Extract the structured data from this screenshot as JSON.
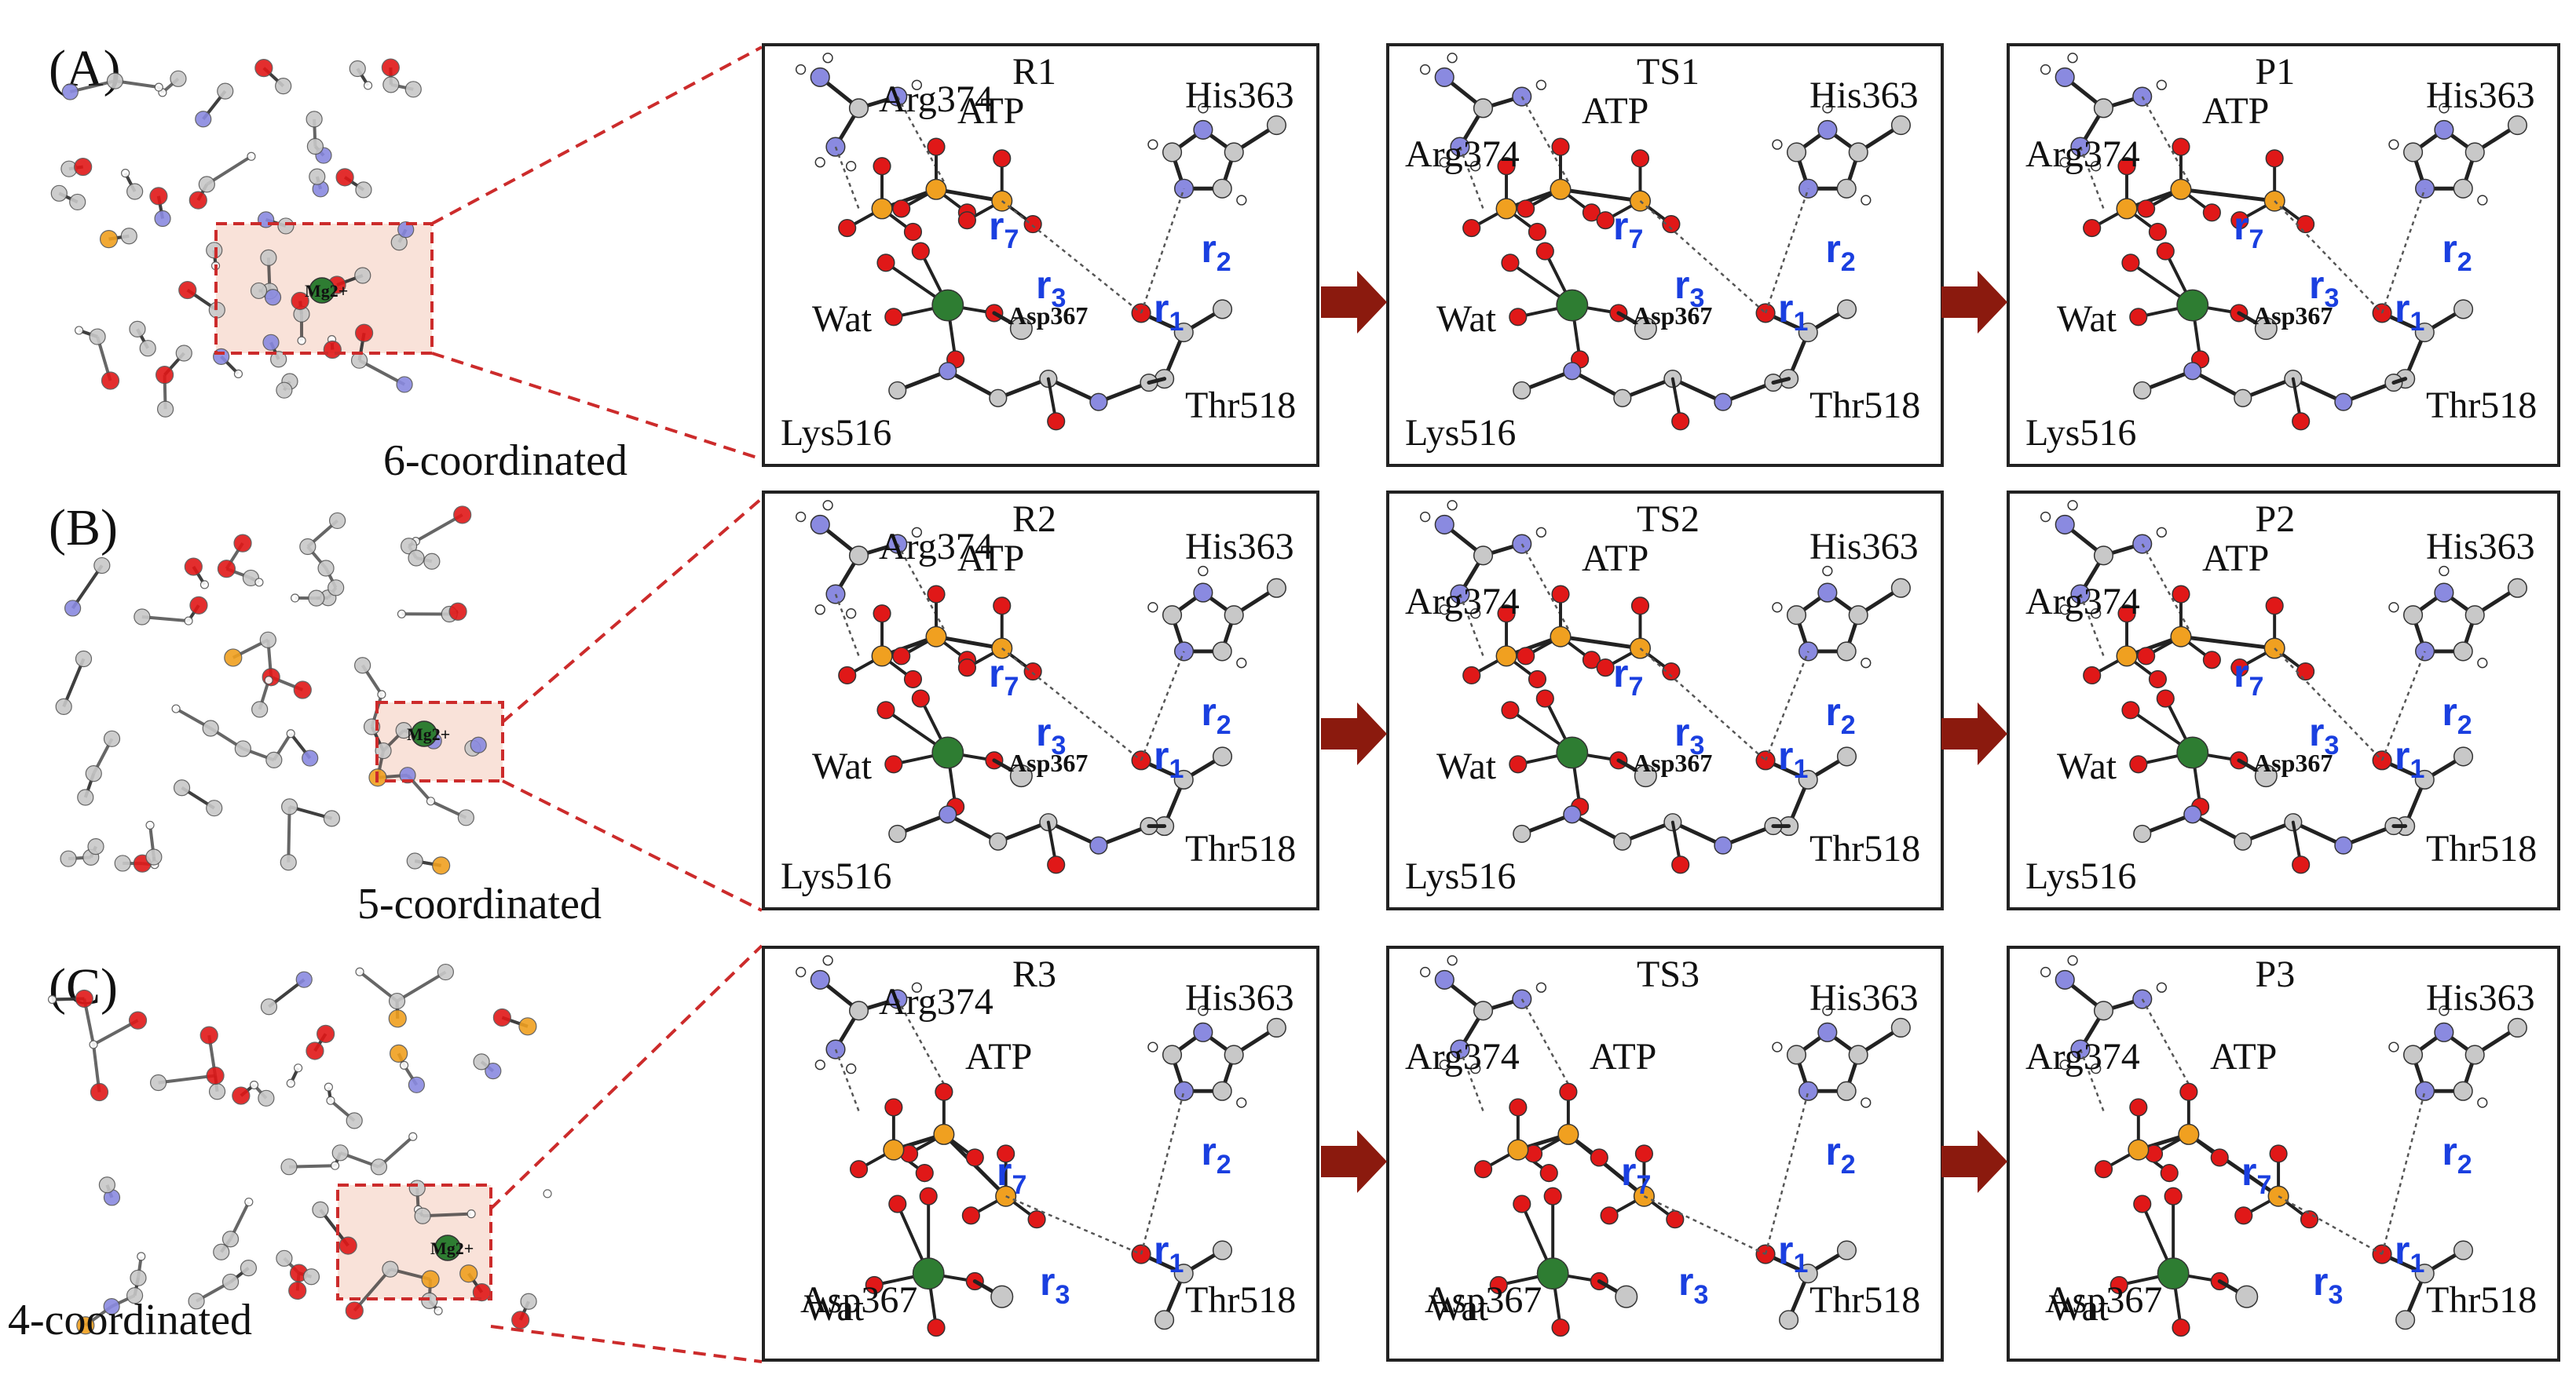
{
  "rows": [
    {
      "label": "(A)",
      "coordination": "6-coordinated",
      "metal": "Mg2+",
      "panels": [
        {
          "title": "R1",
          "labels": {
            "arg": "Arg374",
            "his": "His363",
            "atp": "ATP",
            "wat": "Wat",
            "asp": "Asp367",
            "thr": "Thr518",
            "lys": "Lys516"
          }
        },
        {
          "title": "TS1",
          "labels": {
            "arg": "Arg374",
            "his": "His363",
            "atp": "ATP",
            "wat": "Wat",
            "asp": "Asp367",
            "thr": "Thr518",
            "lys": "Lys516"
          }
        },
        {
          "title": "P1",
          "labels": {
            "arg": "Arg374",
            "his": "His363",
            "atp": "ATP",
            "wat": "Wat",
            "asp": "Asp367",
            "thr": "Thr518",
            "lys": "Lys516"
          }
        }
      ]
    },
    {
      "label": "(B)",
      "coordination": "5-coordinated",
      "metal": "Mg2+",
      "panels": [
        {
          "title": "R2",
          "labels": {
            "arg": "Arg374",
            "his": "His363",
            "atp": "ATP",
            "wat": "Wat",
            "asp": "Asp367",
            "thr": "Thr518",
            "lys": "Lys516"
          }
        },
        {
          "title": "TS2",
          "labels": {
            "arg": "Arg374",
            "his": "His363",
            "atp": "ATP",
            "wat": "Wat",
            "asp": "Asp367",
            "thr": "Thr518",
            "lys": "Lys516"
          }
        },
        {
          "title": "P2",
          "labels": {
            "arg": "Arg374",
            "his": "His363",
            "atp": "ATP",
            "wat": "Wat",
            "asp": "Asp367",
            "thr": "Thr518",
            "lys": "Lys516"
          }
        }
      ]
    },
    {
      "label": "(C)",
      "coordination": "4-coordinated",
      "metal": "Mg2+",
      "panels": [
        {
          "title": "R3",
          "labels": {
            "arg": "Arg374",
            "his": "His363",
            "atp": "ATP",
            "wat": "Wat",
            "asp": "Asp367",
            "thr": "Thr518"
          }
        },
        {
          "title": "TS3",
          "labels": {
            "arg": "Arg374",
            "his": "His363",
            "atp": "ATP",
            "wat": "Wat",
            "asp": "Asp367",
            "thr": "Thr518"
          }
        },
        {
          "title": "P3",
          "labels": {
            "arg": "Arg374",
            "his": "His363",
            "atp": "ATP",
            "wat": "Wat",
            "asp": "Asp367",
            "thr": "Thr518"
          }
        }
      ]
    }
  ],
  "distance_labels": {
    "r1": "r",
    "r1_sub": "1",
    "r2": "r",
    "r2_sub": "2",
    "r3": "r",
    "r3_sub": "3",
    "r7": "r",
    "r7_sub": "7"
  },
  "colors": {
    "arrow": "#8b1a0e",
    "zoom_box": "#cc2b2b",
    "oxygen": "#e01818",
    "phosphorus": "#f0a020",
    "nitrogen": "#8a8ae0",
    "carbon": "#c8c8c8",
    "magnesium": "#2e7d32",
    "hydrogen": "#ffffff",
    "distance_label": "#1a3fe0",
    "highlight_fill": "#f7d8cc"
  }
}
